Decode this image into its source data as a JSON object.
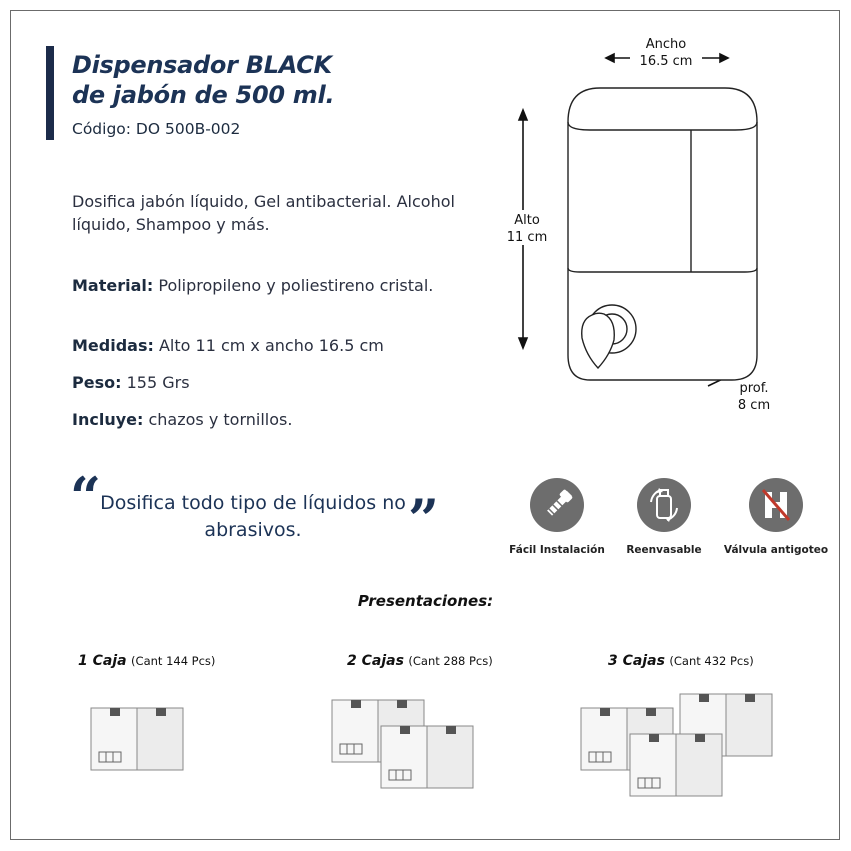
{
  "product": {
    "title_line1": "Dispensador BLACK",
    "title_line2": "de jabón de 500 ml.",
    "code": "Código: DO 500B-002",
    "description": "Dosifica  jabón líquido, Gel antibacterial. Alcohol líquido, Shampoo y más."
  },
  "specs": [
    {
      "label": "Material:",
      "value": " Polipropileno y poliestireno cristal."
    },
    {
      "label": "Medidas:",
      "value": " Alto 11 cm x ancho 16.5 cm"
    },
    {
      "label": "Peso:",
      "value": " 155 Grs"
    },
    {
      "label": "Incluye:",
      "value": " chazos y tornillos."
    }
  ],
  "dimensions": {
    "width_label": "Ancho",
    "width_value": "16.5 cm",
    "height_label": "Alto",
    "height_value": "11 cm",
    "depth_label": "prof.",
    "depth_value": "8 cm"
  },
  "quote": {
    "open": "“",
    "text": "Dosifica todo tipo de líquidos no abrasivos.",
    "close": "”"
  },
  "features": [
    {
      "icon": "wrench-screw-icon",
      "label": "Fácil Instalación"
    },
    {
      "icon": "refill-bottle-icon",
      "label": "Reenvasable"
    },
    {
      "icon": "no-drip-valve-icon",
      "label": "Válvula antigoteo"
    }
  ],
  "presentations": {
    "title": "Presentaciones:",
    "items": [
      {
        "name": "1 Caja",
        "qty": "(Cant 144 Pcs)"
      },
      {
        "name": "2 Cajas",
        "qty": "(Cant 288 Pcs)"
      },
      {
        "name": "3 Cajas",
        "qty": "(Cant 432 Pcs)"
      }
    ]
  },
  "colors": {
    "accent": "#1c3356",
    "icon_bg": "#6d6d6d",
    "box_fill": "#f6f6f6"
  }
}
